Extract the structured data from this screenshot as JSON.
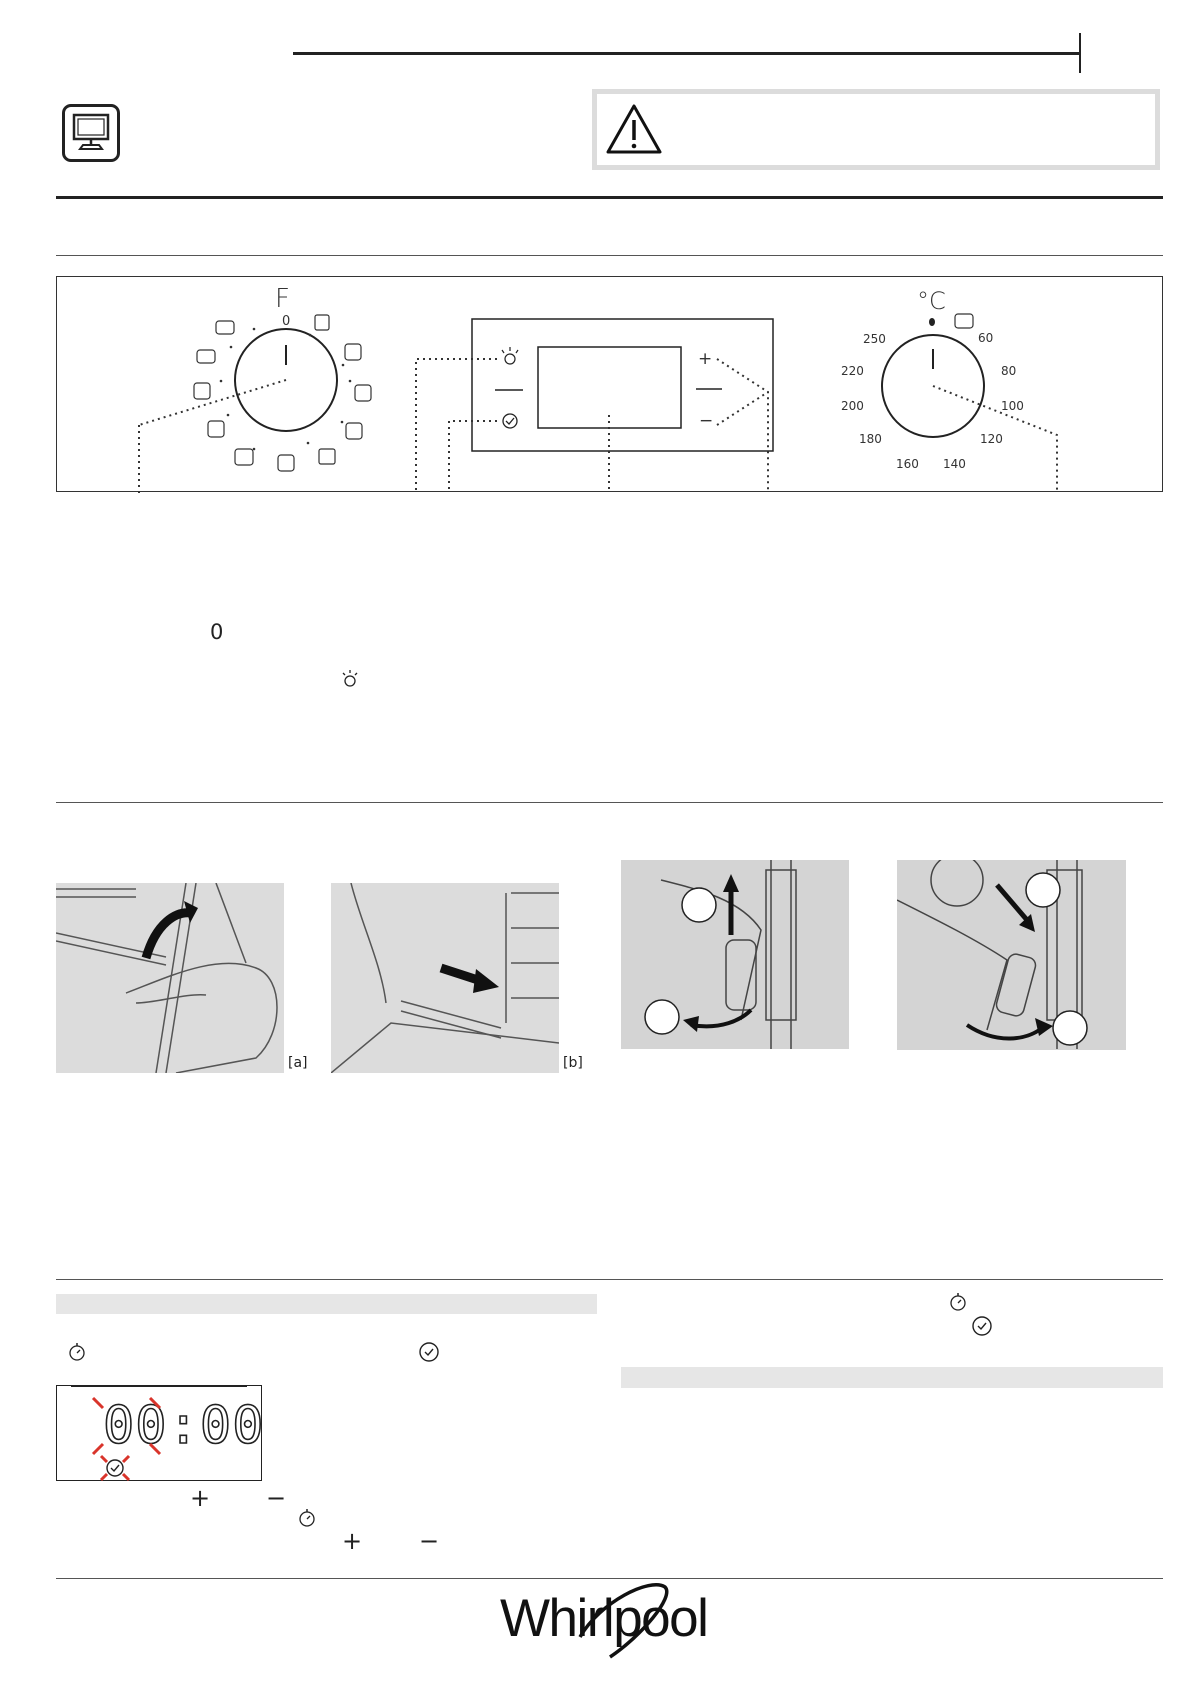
{
  "symbols": {
    "zero": "0",
    "plus": "+",
    "minus": "−",
    "function_knob_letter": "F",
    "function_knob_zero": "0",
    "thermostat_unit": "°C"
  },
  "thermostat_scale": [
    "250",
    "60",
    "220",
    "80",
    "200",
    "100",
    "180",
    "120",
    "160",
    "140"
  ],
  "figure_labels": {
    "a": "[a]",
    "b": "[b]"
  },
  "timer_display": {
    "digits": "00:00"
  },
  "brand": {
    "logo_text": "Whirlpool"
  },
  "colors": {
    "rule": "#222222",
    "grey_bar": "#e6e6e6",
    "blink_red": "#d9342b",
    "photo_bg": "#dcdcdc"
  },
  "icons": [
    "monitor-icon",
    "warning-triangle-icon",
    "lamp-icon",
    "timer-icon",
    "clock-icon",
    "plus-icon",
    "minus-icon"
  ]
}
